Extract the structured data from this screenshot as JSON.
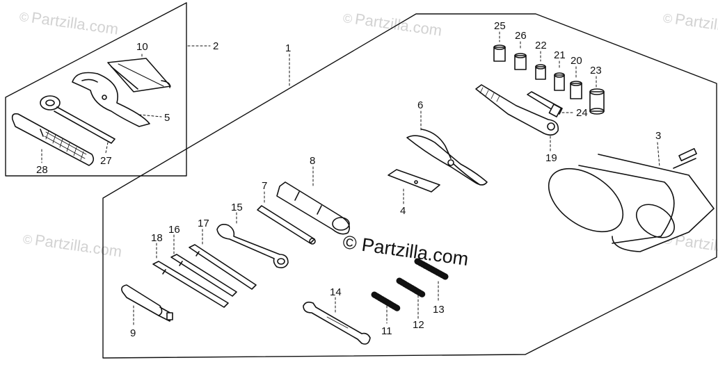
{
  "watermark": {
    "symbol": "©",
    "text": "Partzilla.com"
  },
  "brand": {
    "symbol": "©",
    "text": "Partzilla.com"
  },
  "callouts": {
    "c1": "1",
    "c2": "2",
    "c3": "3",
    "c4": "4",
    "c5": "5",
    "c6": "6",
    "c7": "7",
    "c8": "8",
    "c9": "9",
    "c10": "10",
    "c11": "11",
    "c12": "12",
    "c13": "13",
    "c14": "14",
    "c15": "15",
    "c16": "16",
    "c17": "17",
    "c18": "18",
    "c19": "19",
    "c20": "20",
    "c21": "21",
    "c22": "22",
    "c23": "23",
    "c24": "24",
    "c25": "25",
    "c26": "26",
    "c27": "27",
    "c28": "28"
  },
  "colors": {
    "line": "#111111",
    "watermark": "#d2d2d2",
    "background": "#ffffff"
  }
}
